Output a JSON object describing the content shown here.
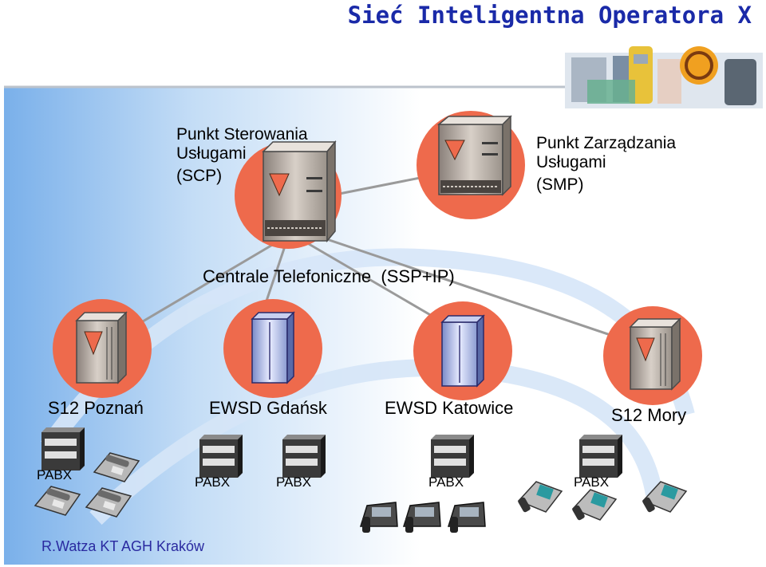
{
  "slide": {
    "title": "Sieć Inteligentna Operatora X",
    "footer": "R.Watza KT AGH Kraków"
  },
  "diagram": {
    "scp": {
      "line1": "Punkt Sterowania",
      "line2": "Usługami",
      "line3": "(SCP)"
    },
    "smp": {
      "line1": "Punkt Zarządzania",
      "line2": "Usługami",
      "line3": "(SMP)"
    },
    "section_label": "Centrale Telefoniczne  (SSP+IP)",
    "exchanges": [
      {
        "label": "S12 Poznań"
      },
      {
        "label": "EWSD Gdańsk"
      },
      {
        "label": "EWSD Katowice"
      },
      {
        "label": "S12 Mory"
      }
    ],
    "pabx_label": "PABX",
    "colors": {
      "title": "#1a2aa8",
      "node_circle": "#ee6a4c",
      "link": "#9a9a9a",
      "footer": "#2a2aa0",
      "background_gradient_start": "#7ab0ea"
    }
  }
}
